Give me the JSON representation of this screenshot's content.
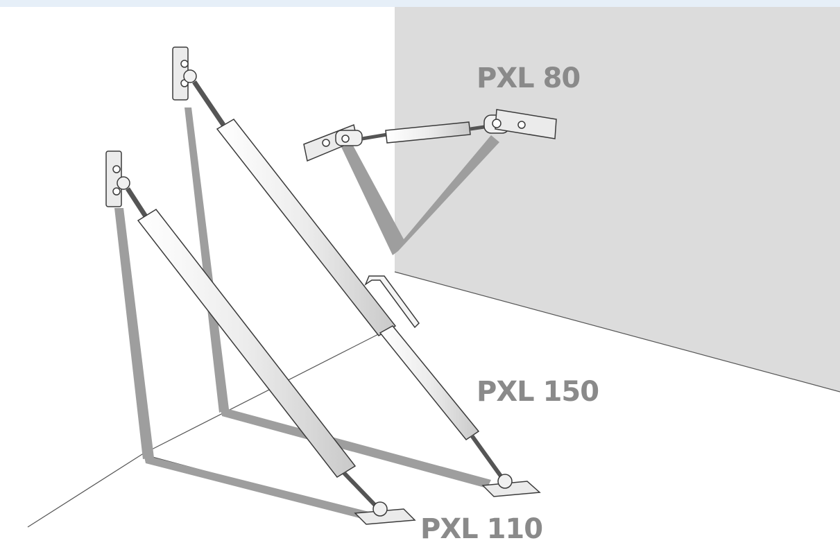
{
  "labels": {
    "pxl_80": "PXL 80",
    "pxl_150": "PXL 150",
    "pxl_110": "PXL 110"
  },
  "colors": {
    "top_band": "#e6eff8",
    "back_wall": "#dcdcdc",
    "shadow": "#9e9e9e",
    "label_text": "#8a8a8a",
    "metal": "#ebebeb",
    "outline": "#3a3a3a"
  }
}
